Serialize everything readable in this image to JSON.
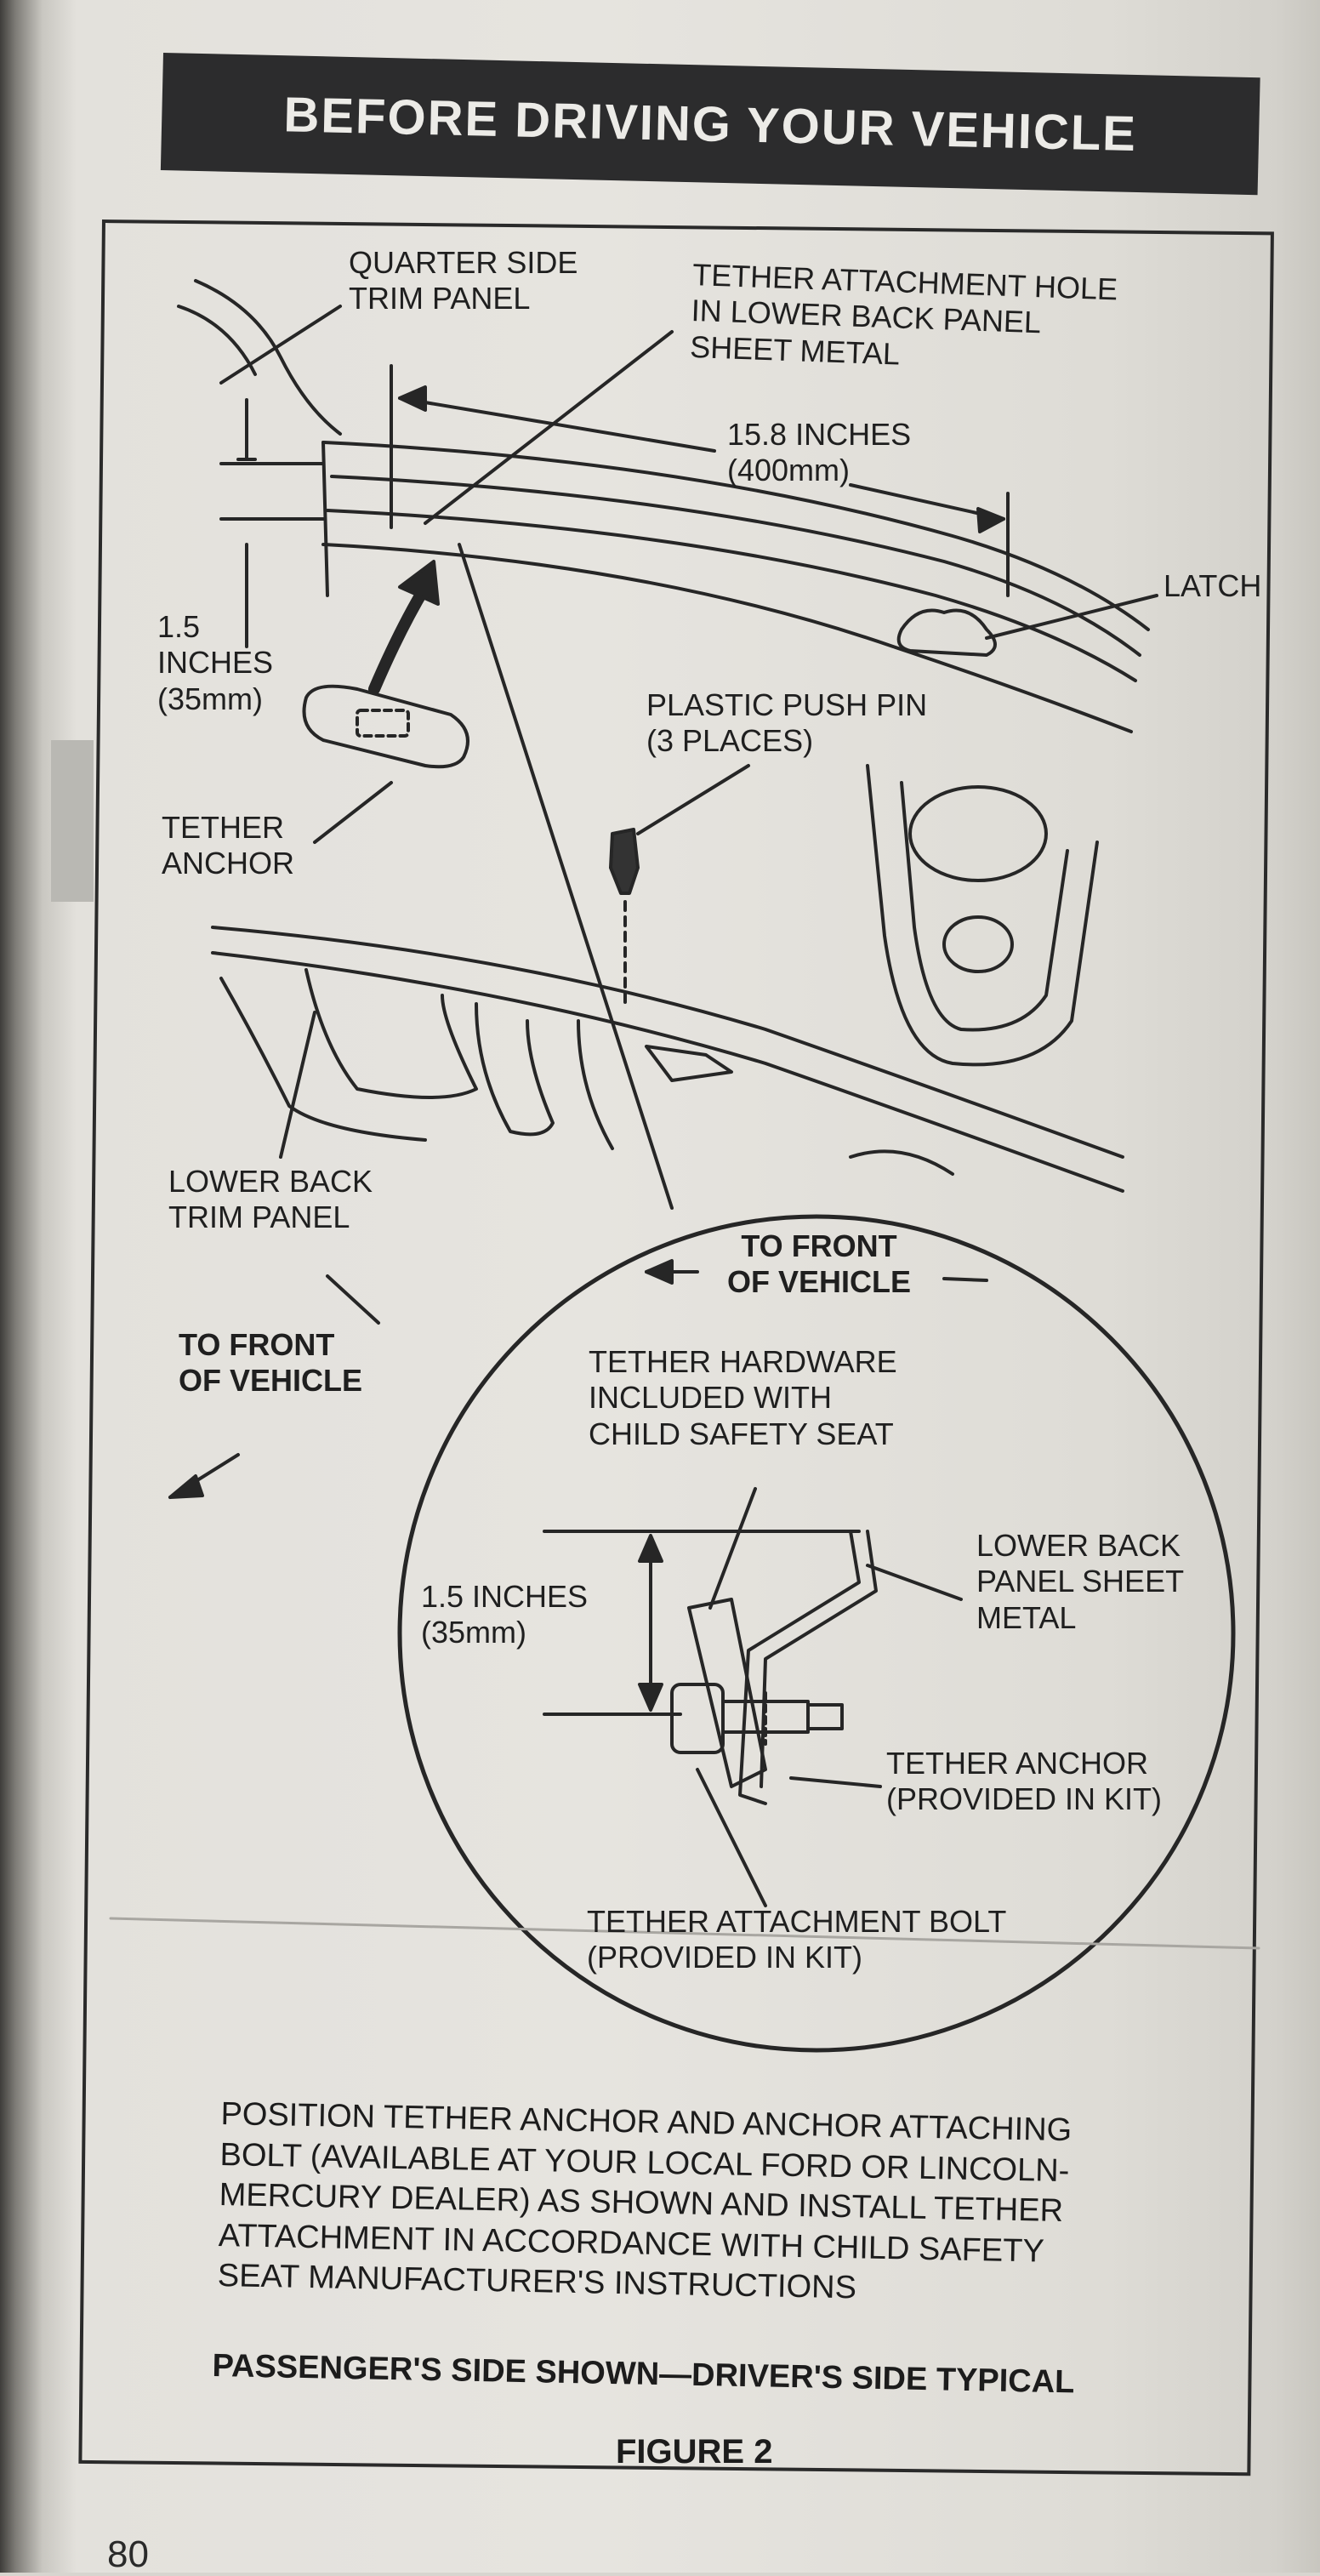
{
  "header": {
    "title": "BEFORE DRIVING YOUR VEHICLE"
  },
  "labels": {
    "quarter_side_trim_panel": "QUARTER SIDE\nTRIM PANEL",
    "tether_attachment_hole": "TETHER ATTACHMENT HOLE\nIN LOWER BACK PANEL\nSHEET METAL",
    "dim_15_8": "15.8 INCHES\n(400mm)",
    "latch": "LATCH",
    "dim_1_5_top": "1.5\nINCHES\n(35mm)",
    "plastic_push_pin": "PLASTIC PUSH PIN\n(3 PLACES)",
    "tether_anchor_left": "TETHER\nANCHOR",
    "lower_back_trim_panel": "LOWER BACK\nTRIM PANEL",
    "to_front_left": "TO FRONT\nOF VEHICLE",
    "to_front_circle": "TO FRONT\nOF VEHICLE",
    "tether_hardware": "TETHER HARDWARE\nINCLUDED WITH\nCHILD SAFETY SEAT",
    "lower_back_panel_sheet_metal": "LOWER BACK\nPANEL SHEET\nMETAL",
    "dim_1_5_circle": "1.5 INCHES\n(35mm)",
    "tether_anchor_kit": "TETHER ANCHOR\n(PROVIDED IN KIT)",
    "tether_attachment_bolt": "TETHER ATTACHMENT BOLT\n(PROVIDED IN KIT)"
  },
  "caption": {
    "lines": [
      "POSITION TETHER ANCHOR AND ANCHOR ATTACHING",
      "BOLT (AVAILABLE AT YOUR LOCAL FORD OR LINCOLN-",
      "MERCURY DEALER) AS SHOWN AND INSTALL TETHER",
      "ATTACHMENT IN ACCORDANCE WITH CHILD SAFETY",
      "SEAT MANUFACTURER'S INSTRUCTIONS"
    ],
    "subcaption": "PASSENGER'S SIDE SHOWN—DRIVER'S SIDE TYPICAL",
    "figure": "FIGURE 2"
  },
  "page_number": "80"
}
